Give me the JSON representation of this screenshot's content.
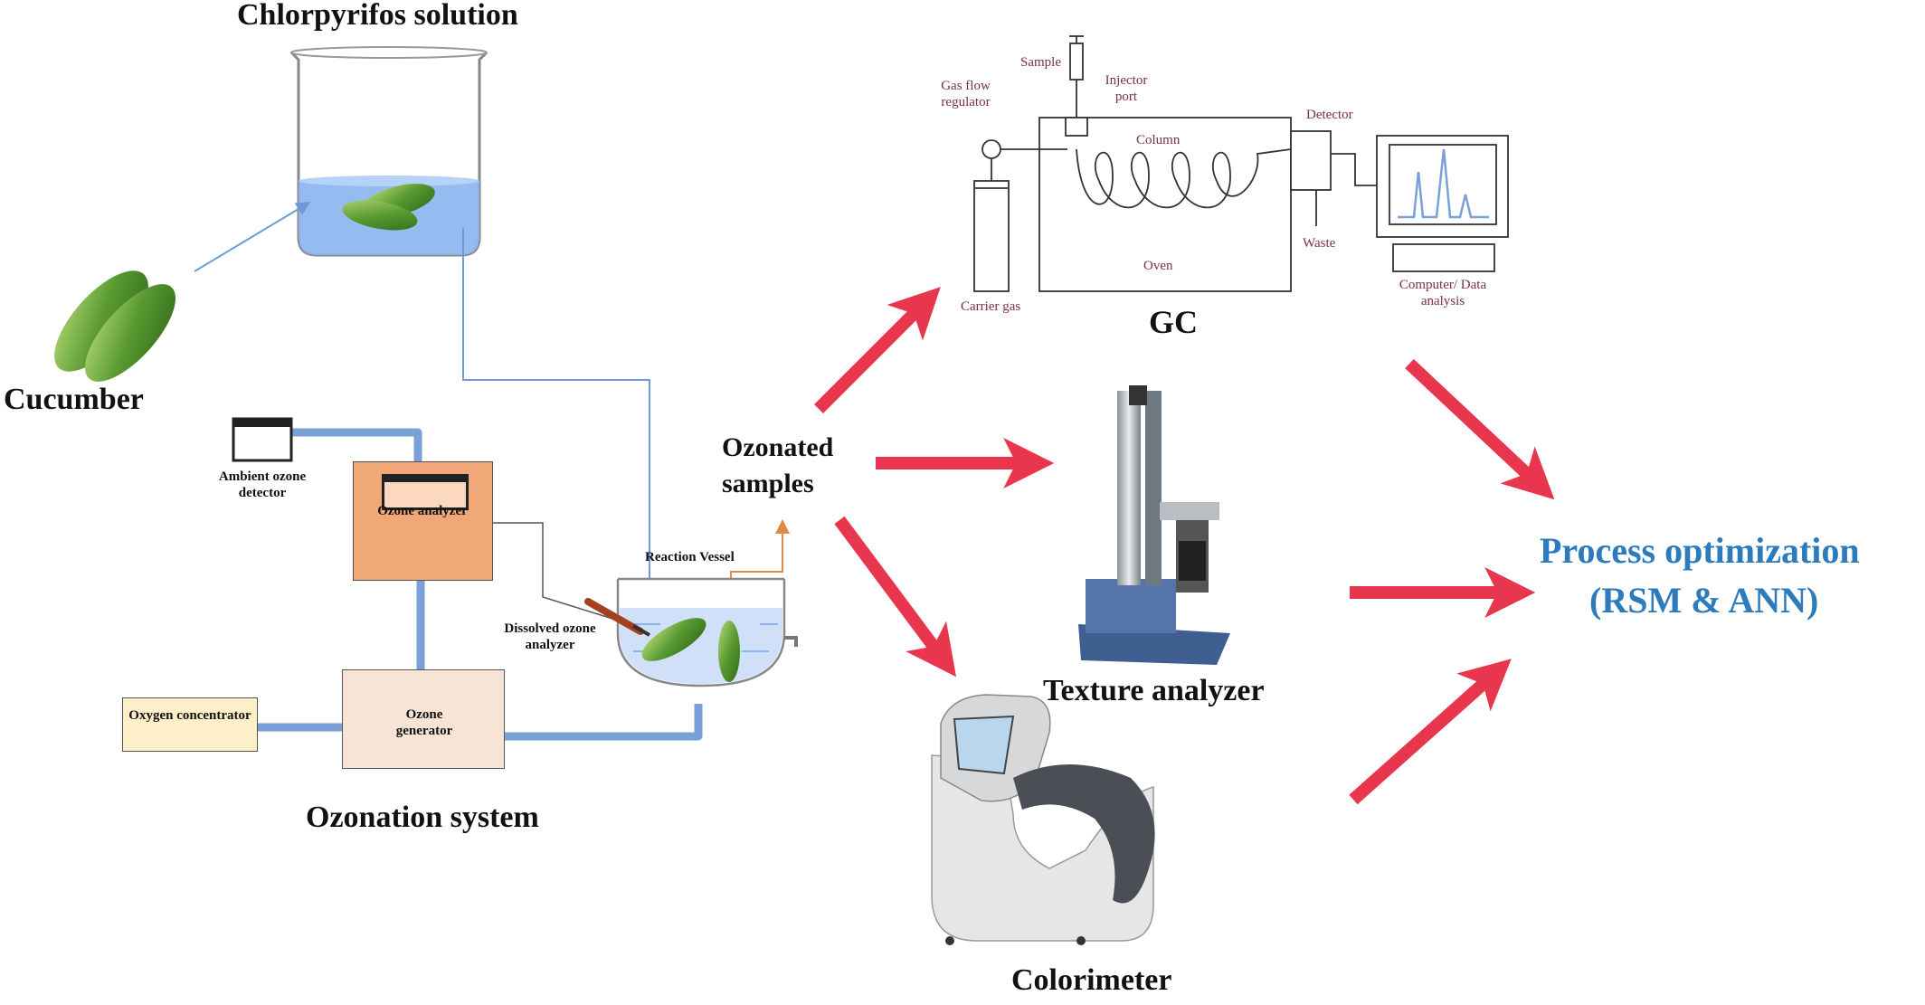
{
  "labels": {
    "chlorpyrifos": "Chlorpyrifos solution",
    "cucumber": "Cucumber",
    "ambient_detector": "Ambient ozone detector",
    "ozone_analyzer": "Ozone analyzer",
    "reaction_vessel": "Reaction Vessel",
    "dissolved_analyzer": "Dissolved ozone analyzer",
    "oxygen_concentrator": "Oxygen concentrator",
    "ozone_generator": "Ozone generator",
    "ozonation_system": "Ozonation system",
    "ozonated_samples": "Ozonated samples",
    "gc": "GC",
    "texture_analyzer": "Texture analyzer",
    "colorimeter": "Colorimeter",
    "process_opt_line1": "Process optimization",
    "process_opt_line2": "(RSM & ANN)"
  },
  "gc_labels": {
    "sample": "Sample",
    "injector_port": "Injector port",
    "gas_flow_regulator": "Gas flow regulator",
    "column": "Column",
    "detector": "Detector",
    "oven": "Oven",
    "waste": "Waste",
    "carrier_gas": "Carrier gas",
    "computer": "Computer/ Data analysis"
  },
  "colors": {
    "arrow": "#e8364f",
    "pipe": "#7aa0d8",
    "water": "#8ab4f0",
    "analyzer_box": "#f0a878",
    "oxygen_box": "#fdf0c8",
    "generator_box": "#f8e4d4",
    "process_text": "#2b7bbd",
    "gc_text": "#7a3040"
  }
}
